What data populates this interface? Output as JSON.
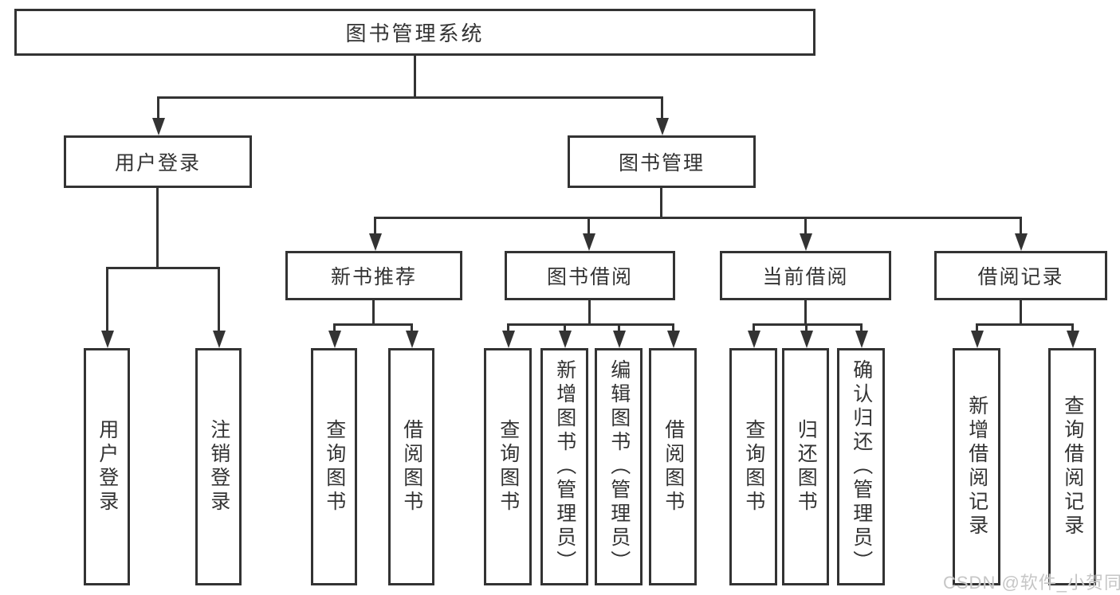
{
  "tree": {
    "root": {
      "label": "图书管理系统"
    },
    "branches": [
      {
        "label": "用户登录",
        "parent": "图书管理系统"
      },
      {
        "label": "图书管理",
        "parent": "图书管理系统"
      }
    ],
    "sections": [
      {
        "label": "新书推荐",
        "parent": "图书管理"
      },
      {
        "label": "图书借阅",
        "parent": "图书管理"
      },
      {
        "label": "当前借阅",
        "parent": "图书管理"
      },
      {
        "label": "借阅记录",
        "parent": "图书管理"
      }
    ],
    "leaves": [
      {
        "label": "用户登录",
        "parent": "用户登录"
      },
      {
        "label": "注销登录",
        "parent": "用户登录"
      },
      {
        "label": "查询图书",
        "parent": "新书推荐"
      },
      {
        "label": "借阅图书",
        "parent": "新书推荐"
      },
      {
        "label": "查询图书",
        "parent": "图书借阅"
      },
      {
        "label": "新增图书（管理员）",
        "parent": "图书借阅"
      },
      {
        "label": "编辑图书（管理员）",
        "parent": "图书借阅"
      },
      {
        "label": "借阅图书",
        "parent": "图书借阅"
      },
      {
        "label": "查询图书",
        "parent": "当前借阅"
      },
      {
        "label": "归还图书",
        "parent": "当前借阅"
      },
      {
        "label": "确认归还（管理员）",
        "parent": "当前借阅"
      },
      {
        "label": "新增借阅记录",
        "parent": "借阅记录"
      },
      {
        "label": "查询借阅记录",
        "parent": "借阅记录"
      }
    ]
  },
  "watermark": {
    "text": "CSDN @软件_小贺同学"
  },
  "colors": {
    "line": "#333333",
    "text": "#333333",
    "background": "#ffffff",
    "watermark": "#c3c3c3"
  }
}
